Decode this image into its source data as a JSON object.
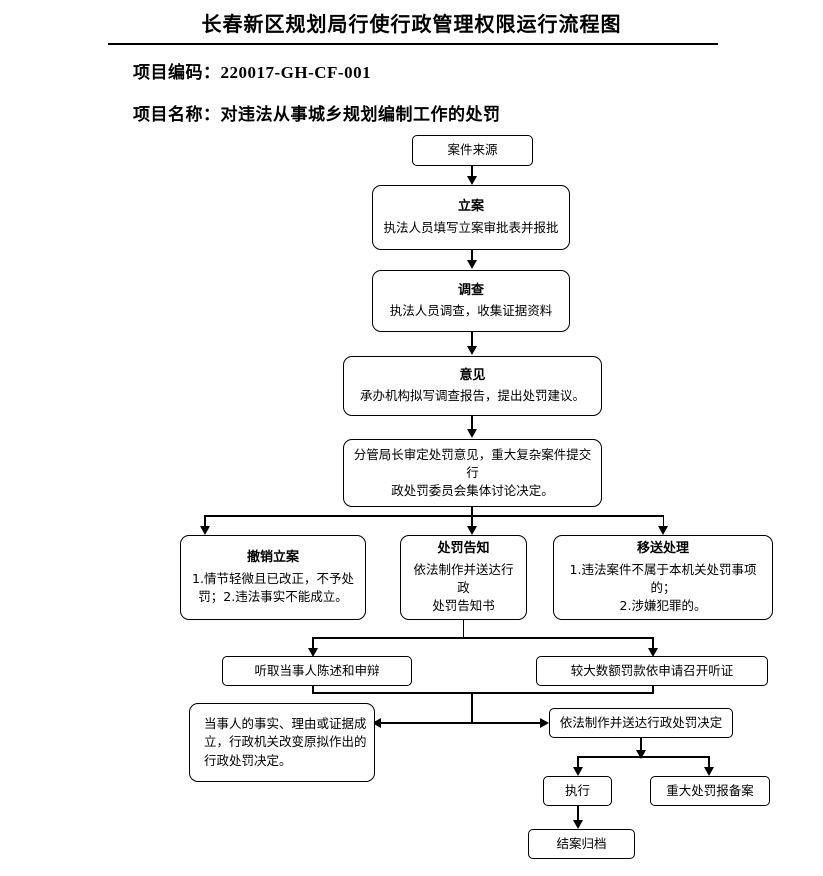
{
  "header": {
    "title": "长春新区规划局行使行政管理权限运行流程图",
    "project_code_label": "项目编码：",
    "project_code_value": "220017-GH-CF-001",
    "project_code_line": "项目编码：220017-GH-CF-001",
    "project_name_label": "项目名称：",
    "project_name_value": "对违法从事城乡规划编制工作的处罚",
    "project_name_line": "项目名称：对违法从事城乡规划编制工作的处罚"
  },
  "flow": {
    "type": "flowchart",
    "nodes": [
      {
        "id": "source",
        "title": "",
        "body": "案件来源"
      },
      {
        "id": "filing",
        "title": "立案",
        "body": "执法人员填写立案审批表并报批"
      },
      {
        "id": "investigate",
        "title": "调查",
        "body": "执法人员调查，收集证据资料"
      },
      {
        "id": "opinion",
        "title": "意见",
        "body": "承办机构拟写调查报告，提出处罚建议。"
      },
      {
        "id": "review",
        "title": "",
        "body": "分管局长审定处罚意见，重大复杂案件提交行政处罚委员会集体讨论决定。"
      },
      {
        "id": "revoke",
        "title": "撤销立案",
        "body": "1.情节轻微且已改正，不予处罚；2.违法事实不能成立。"
      },
      {
        "id": "notice",
        "title": "处罚告知",
        "body": "依法制作并送达行政处罚告知书"
      },
      {
        "id": "transfer",
        "title": "移送处理",
        "body": "1.违法案件不属于本机关处罚事项的；2.涉嫌犯罪的。"
      },
      {
        "id": "statement",
        "title": "",
        "body": "听取当事人陈述和申辩"
      },
      {
        "id": "hearing",
        "title": "",
        "body": "较大数额罚款依申请召开听证"
      },
      {
        "id": "amend",
        "title": "",
        "body": "当事人的事实、理由或证据成立，行政机关改变原拟作出的行政处罚决定。"
      },
      {
        "id": "decision",
        "title": "",
        "body": "依法制作并送达行政处罚决定"
      },
      {
        "id": "execute",
        "title": "",
        "body": "执行"
      },
      {
        "id": "report",
        "title": "",
        "body": "重大处罚报备案"
      },
      {
        "id": "archive",
        "title": "",
        "body": "结案归档"
      }
    ],
    "node_text": {
      "source": "案件来源",
      "filing_title": "立案",
      "filing_body": "执法人员填写立案审批表并报批",
      "investigate_title": "调查",
      "investigate_body": "执法人员调查，收集证据资料",
      "opinion_title": "意见",
      "opinion_body": "承办机构拟写调查报告，提出处罚建议。",
      "review_line1": "分管局长审定处罚意见，重大复杂案件提交行",
      "review_line2": "政处罚委员会集体讨论决定。",
      "revoke_title": "撤销立案",
      "revoke_line1": "1.情节轻微且已改正，不予处",
      "revoke_line2": "罚；2.违法事实不能成立。",
      "notice_title": "处罚告知",
      "notice_line1": "依法制作并送达行政",
      "notice_line2": "处罚告知书",
      "transfer_title": "移送处理",
      "transfer_line1": "1.违法案件不属于本机关处罚事项的；",
      "transfer_line2": "2.涉嫌犯罪的。",
      "statement": "听取当事人陈述和申辩",
      "hearing": "较大数额罚款依申请召开听证",
      "amend_line1": "当事人的事实、理由或证据成",
      "amend_line2": "立，行政机关改变原拟作出的",
      "amend_line3": "行政处罚决定。",
      "decision": "依法制作并送达行政处罚决定",
      "execute": "执行",
      "report": "重大处罚报备案",
      "archive": "结案归档"
    },
    "edges": [
      {
        "from": "source",
        "to": "filing"
      },
      {
        "from": "filing",
        "to": "investigate"
      },
      {
        "from": "investigate",
        "to": "opinion"
      },
      {
        "from": "opinion",
        "to": "review"
      },
      {
        "from": "review",
        "to": "revoke"
      },
      {
        "from": "review",
        "to": "notice"
      },
      {
        "from": "review",
        "to": "transfer"
      },
      {
        "from": "notice",
        "to": "statement"
      },
      {
        "from": "notice",
        "to": "hearing"
      },
      {
        "from": "statement",
        "to": "amend"
      },
      {
        "from": "hearing",
        "to": "decision"
      },
      {
        "from": "amend",
        "to": "decision",
        "style": "bidirectional"
      },
      {
        "from": "decision",
        "to": "execute"
      },
      {
        "from": "decision",
        "to": "report"
      },
      {
        "from": "execute",
        "to": "archive"
      }
    ]
  },
  "colors": {
    "ink": "#000000",
    "paper": "#ffffff"
  }
}
